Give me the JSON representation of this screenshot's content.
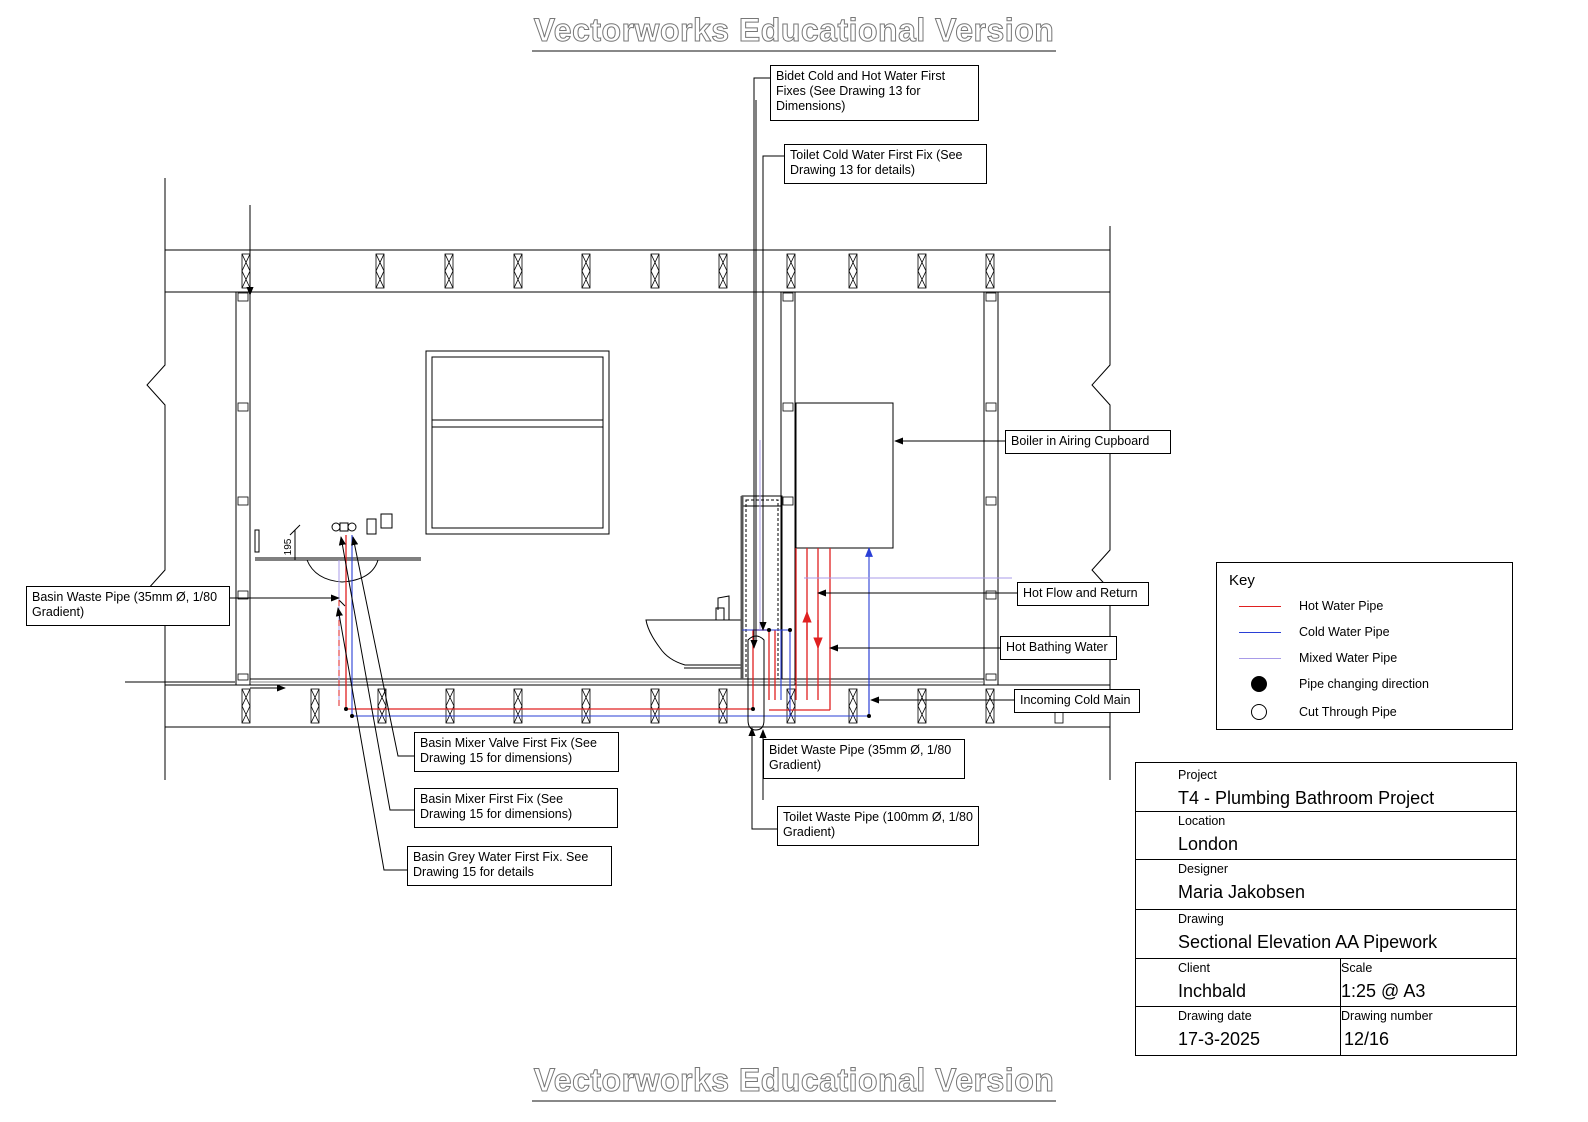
{
  "watermark": "Vectorworks Educational Version",
  "callouts": {
    "bidet_cold_hot": "Bidet Cold and Hot Water First Fixes (See Drawing 13 for Dimensions)",
    "toilet_cold": "Toilet Cold Water First Fix (See Drawing 13 for details)",
    "boiler": "Boiler in Airing Cupboard",
    "hot_flow_return": "Hot Flow and Return",
    "hot_bathing": "Hot Bathing Water",
    "incoming_cold": "Incoming Cold Main",
    "basin_waste": "Basin Waste Pipe (35mm Ø, 1/80 Gradient)",
    "basin_mixer_valve": "Basin Mixer Valve First Fix (See Drawing 15 for dimensions)",
    "basin_mixer": "Basin Mixer First Fix (See Drawing 15 for dimensions)",
    "basin_grey": "Basin Grey Water First Fix. See Drawing 15 for details",
    "bidet_waste": "Bidet Waste Pipe (35mm Ø, 1/80 Gradient)",
    "toilet_waste": "Toilet Waste Pipe (100mm Ø, 1/80 Gradient)"
  },
  "dimension_label": "195",
  "key": {
    "title": "Key",
    "items": [
      {
        "label": "Hot Water Pipe",
        "color": "#e02020",
        "symbol": "line"
      },
      {
        "label": "Cold Water Pipe",
        "color": "#2a3fd6",
        "symbol": "line"
      },
      {
        "label": "Mixed Water Pipe",
        "color": "#a89be8",
        "symbol": "line"
      },
      {
        "label": "Pipe changing direction",
        "color": "#000000",
        "symbol": "filled-circle"
      },
      {
        "label": "Cut Through Pipe",
        "color": "#000000",
        "symbol": "open-circle"
      }
    ]
  },
  "titleblock": {
    "project_label": "Project",
    "project": "T4 - Plumbing Bathroom Project",
    "location_label": "Location",
    "location": "London",
    "designer_label": "Designer",
    "designer": "Maria Jakobsen",
    "drawing_label": "Drawing",
    "drawing": "Sectional Elevation AA Pipework",
    "client_label": "Client",
    "client": "Inchbald",
    "scale_label": "Scale",
    "scale": "1:25 @ A3",
    "date_label": "Drawing date",
    "date": "17-3-2025",
    "number_label": "Drawing number",
    "number": "12/16"
  }
}
